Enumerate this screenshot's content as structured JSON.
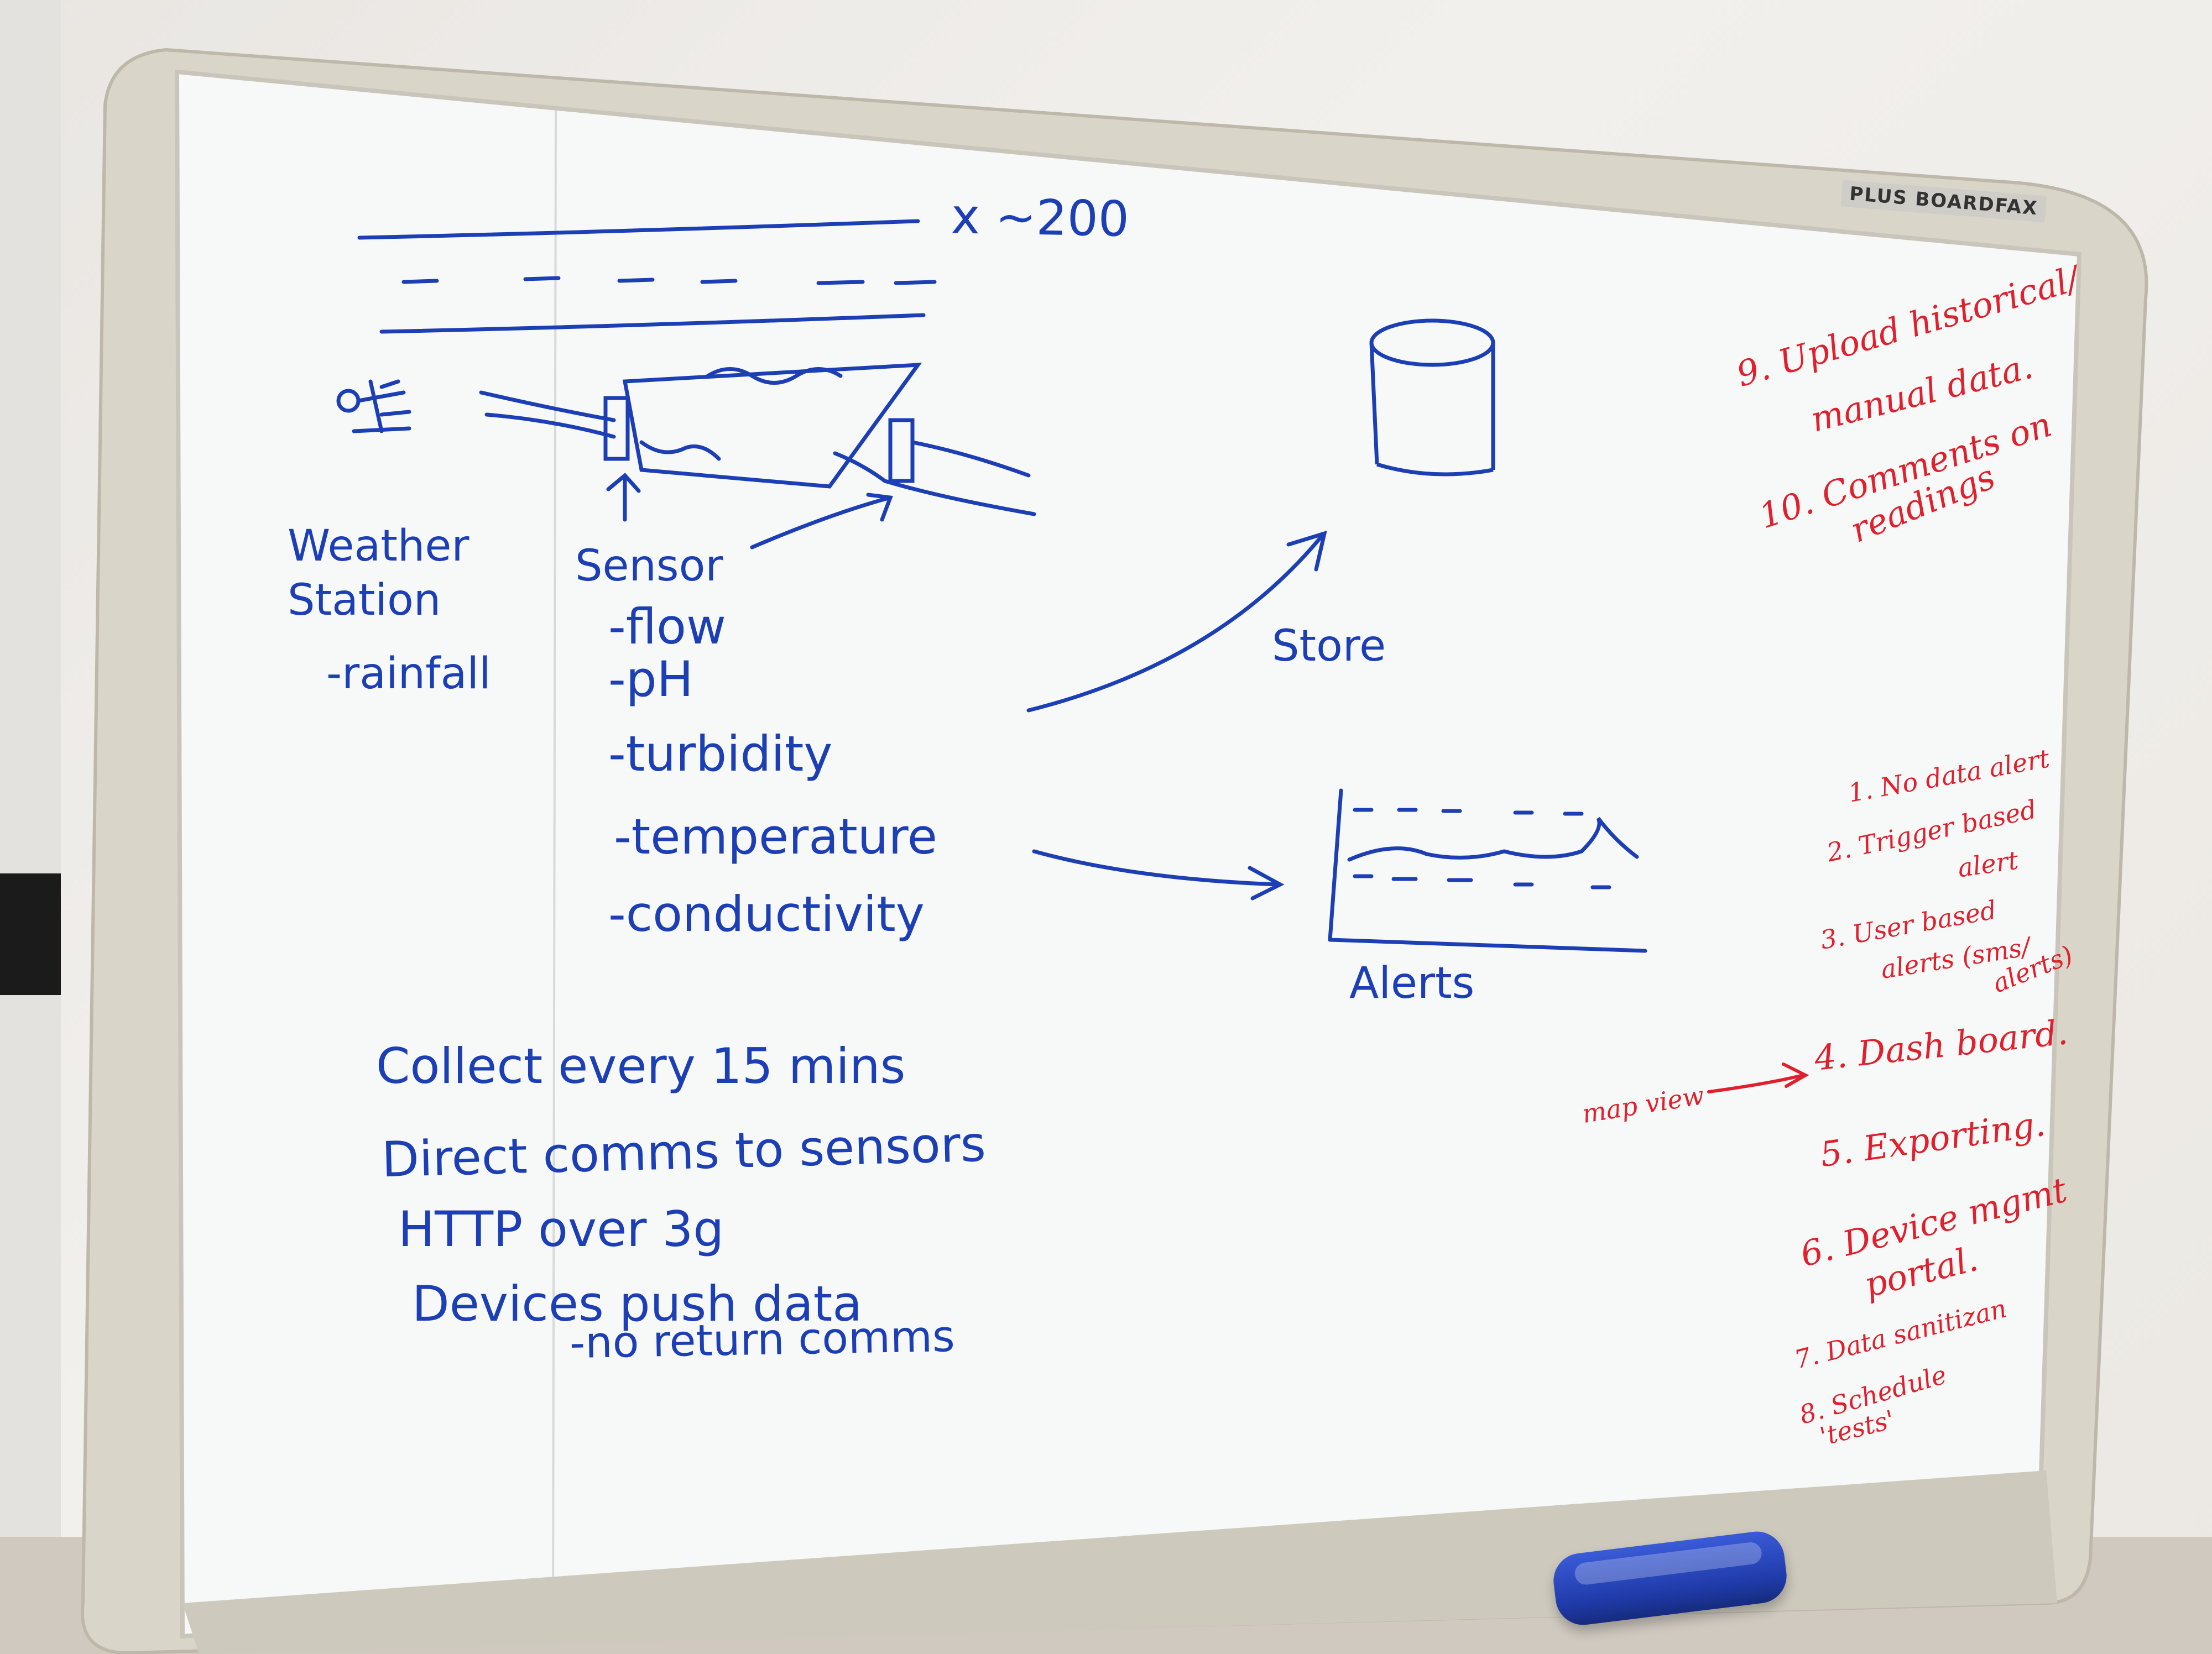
{
  "brand": "PLUS BOARDFAX",
  "blue_notes": {
    "multiplier": "x ~200",
    "weather_station": "Weather Station",
    "rainfall": "-rainfall",
    "sensor": "Sensor",
    "flow": "-flow",
    "ph": "-pH",
    "turbidity": "-turbidity",
    "temperature": "-temperature",
    "conductivity": "-conductivity",
    "store": "Store",
    "alerts": "Alerts",
    "collect": "Collect every 15 mins",
    "direct": "Direct comms to sensors",
    "http": "HTTP over 3g",
    "devices": "Devices push data",
    "no_return": "-no return comms"
  },
  "red_notes": {
    "n9a": "9. Upload historical/",
    "n9b": "manual data.",
    "n10a": "10. Comments on",
    "n10b": "readings",
    "n1": "1. No data alert",
    "n2a": "2. Trigger based",
    "n2b": "alert",
    "n3a": "3. User based",
    "n3b": "alerts (sms/",
    "n3c": "alerts)",
    "map_view": "map view",
    "n4": "4. Dash board.",
    "n5": "5. Exporting.",
    "n6a": "6. Device mgmt",
    "n6b": "portal.",
    "n7": "7. Data sanitizan",
    "n8a": "8. Schedule",
    "n8b": "'tests'"
  },
  "colors": {
    "blue_marker": "#1d3fb5",
    "red_marker": "#e0202c",
    "board_surface": "#f7f8f8",
    "frame": "#d9d5c8"
  },
  "icons": [
    "weather-vane-icon",
    "database-cylinder-icon",
    "line-chart-icon",
    "eraser"
  ]
}
